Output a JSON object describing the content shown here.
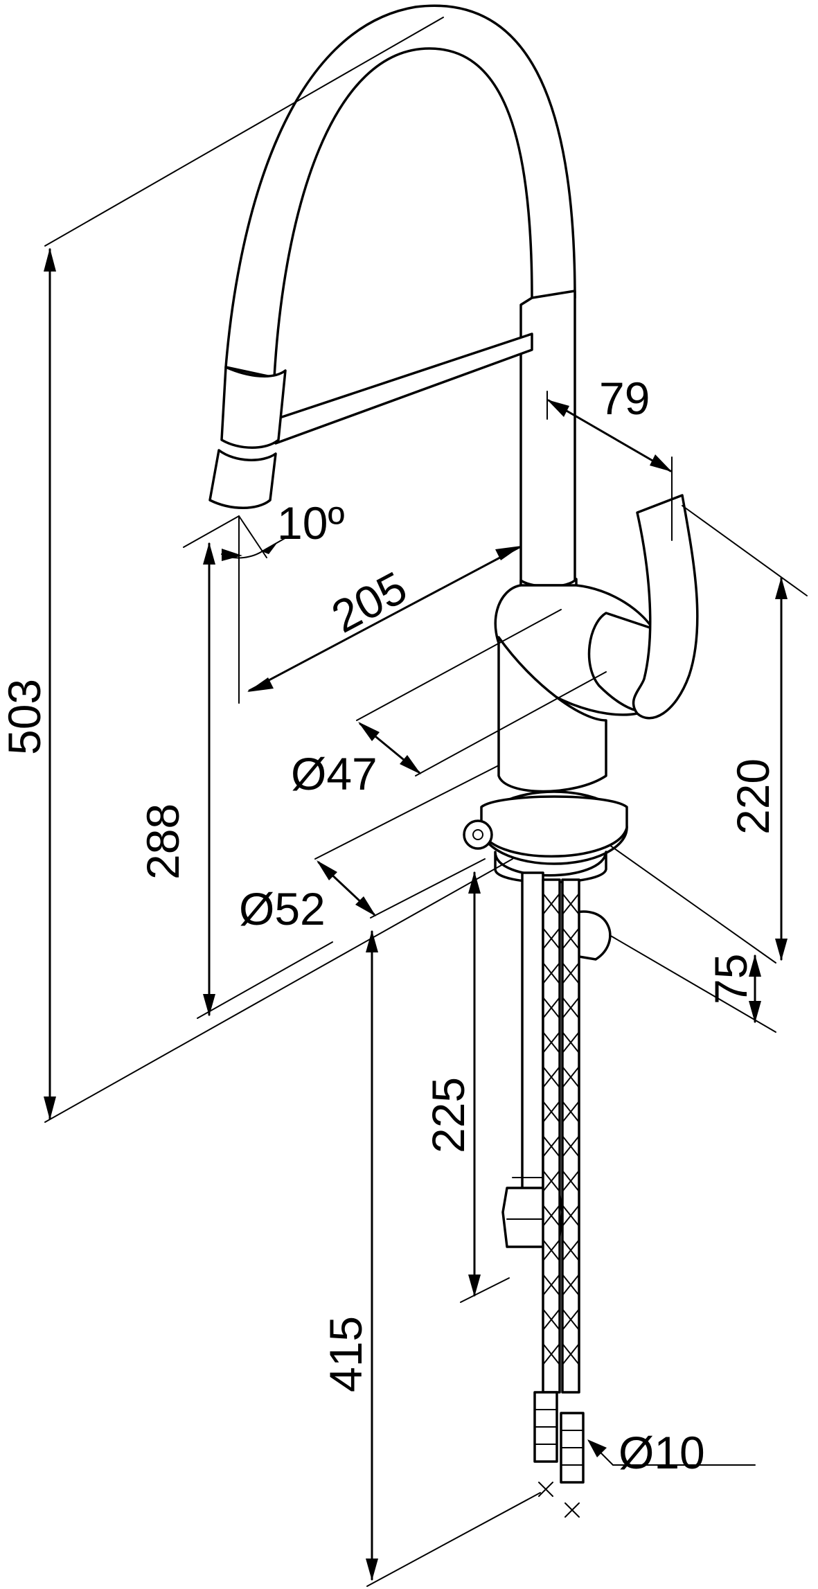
{
  "dimensions": {
    "total_height": "503",
    "spout_tilt": "10º",
    "spout_reach": "205",
    "spout_height": "288",
    "body_diameter": "Ø47",
    "base_diameter": "Ø52",
    "lever_offset": "79",
    "lever_height": "220",
    "base_to_lever": "75",
    "shank_length": "225",
    "hose_length": "415",
    "hose_connector": "Ø10"
  }
}
